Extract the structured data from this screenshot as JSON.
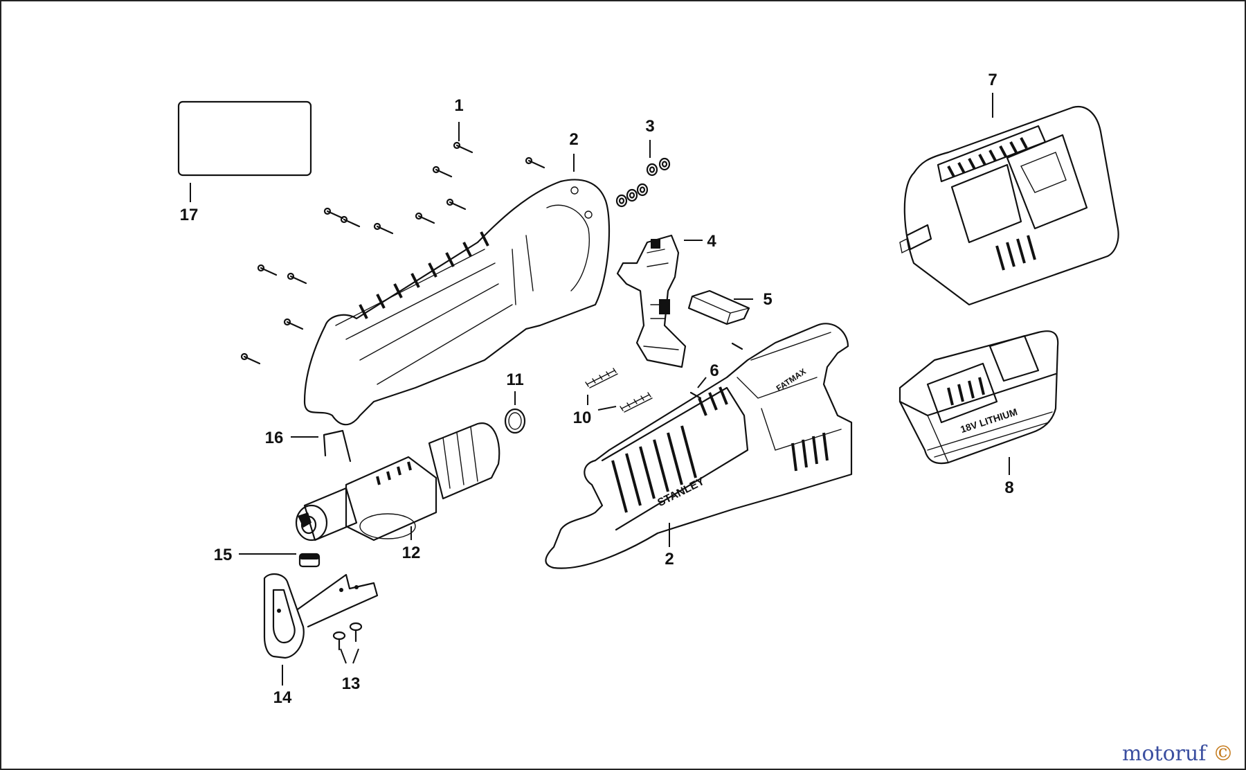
{
  "diagram": {
    "labels": {
      "p1": "1",
      "p2_upper": "2",
      "p2_lower": "2",
      "p3": "3",
      "p4": "4",
      "p5": "5",
      "p6": "6",
      "p7": "7",
      "p8": "8",
      "p10": "10",
      "p11": "11",
      "p12": "12",
      "p13": "13",
      "p14": "14",
      "p15": "15",
      "p16": "16",
      "p17": "17"
    },
    "printed_on_parts": {
      "housing_brand": "STANLEY",
      "housing_model": "FATMAX",
      "battery_text": "18V LITHIUM"
    }
  },
  "watermark": {
    "text": "motoruf",
    "circle_glyph": "©"
  }
}
